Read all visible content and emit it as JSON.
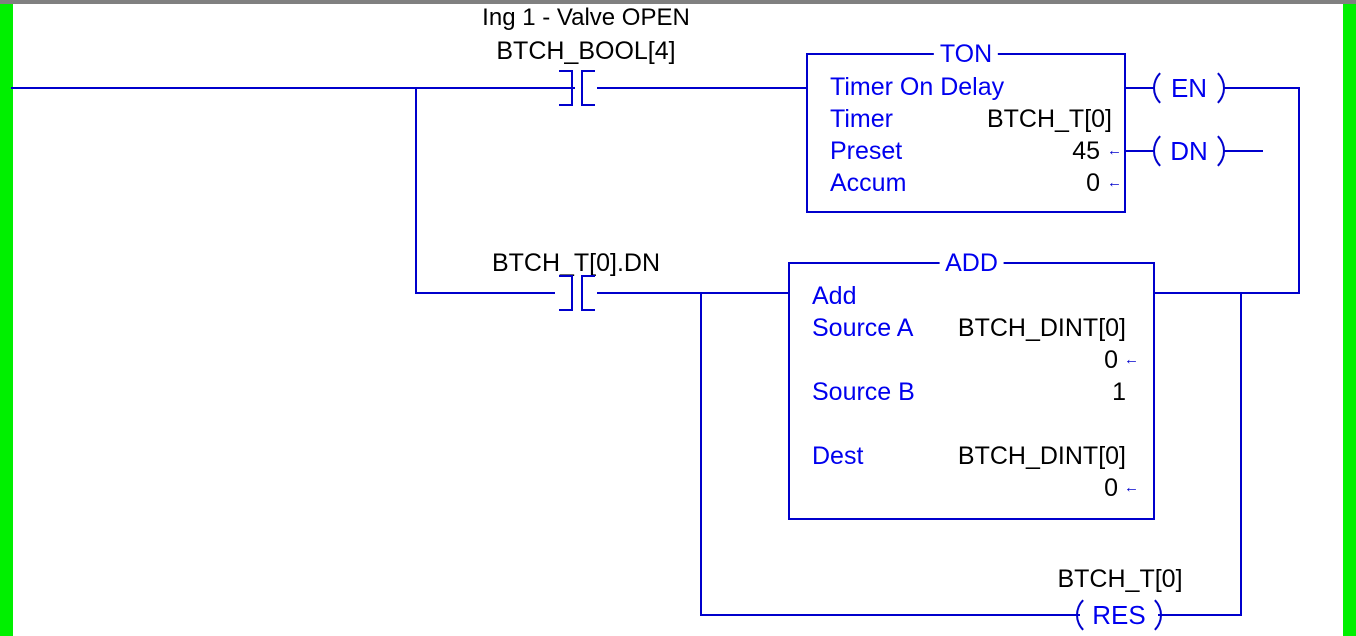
{
  "ladder": {
    "rung_comment": "Ing 1 - Valve OPEN",
    "contacts": [
      {
        "name": "contact-btch-bool-4",
        "tag": "BTCH_BOOL[4]",
        "type": "XIC"
      },
      {
        "name": "contact-btch-t0-dn",
        "tag": "BTCH_T[0].DN",
        "type": "XIC"
      }
    ],
    "ton_block": {
      "title": "TON",
      "description": "Timer On Delay",
      "rows": [
        {
          "label": "Timer",
          "value": "BTCH_T[0]",
          "arrow": ""
        },
        {
          "label": "Preset",
          "value": "45",
          "arrow": "←"
        },
        {
          "label": "Accum",
          "value": "0",
          "arrow": "←"
        }
      ],
      "outputs": [
        {
          "name": "coil-en",
          "label": "EN"
        },
        {
          "name": "coil-dn",
          "label": "DN"
        }
      ]
    },
    "add_block": {
      "title": "ADD",
      "description": "Add",
      "rows": [
        {
          "label": "Source A",
          "value": "BTCH_DINT[0]",
          "value2": "0",
          "arrow": "←"
        },
        {
          "label": "Source B",
          "value": "1",
          "value2": "",
          "arrow": ""
        },
        {
          "label": "Dest",
          "value": "BTCH_DINT[0]",
          "value2": "0",
          "arrow": "←"
        }
      ]
    },
    "res_output": {
      "tag": "BTCH_T[0]",
      "label": "RES"
    },
    "colors": {
      "rail": "#00f000",
      "wire": "#0000cc",
      "instruction_text": "#0000ee",
      "value_text": "#000000",
      "chrome": "#808080",
      "background": "#ffffff"
    }
  }
}
